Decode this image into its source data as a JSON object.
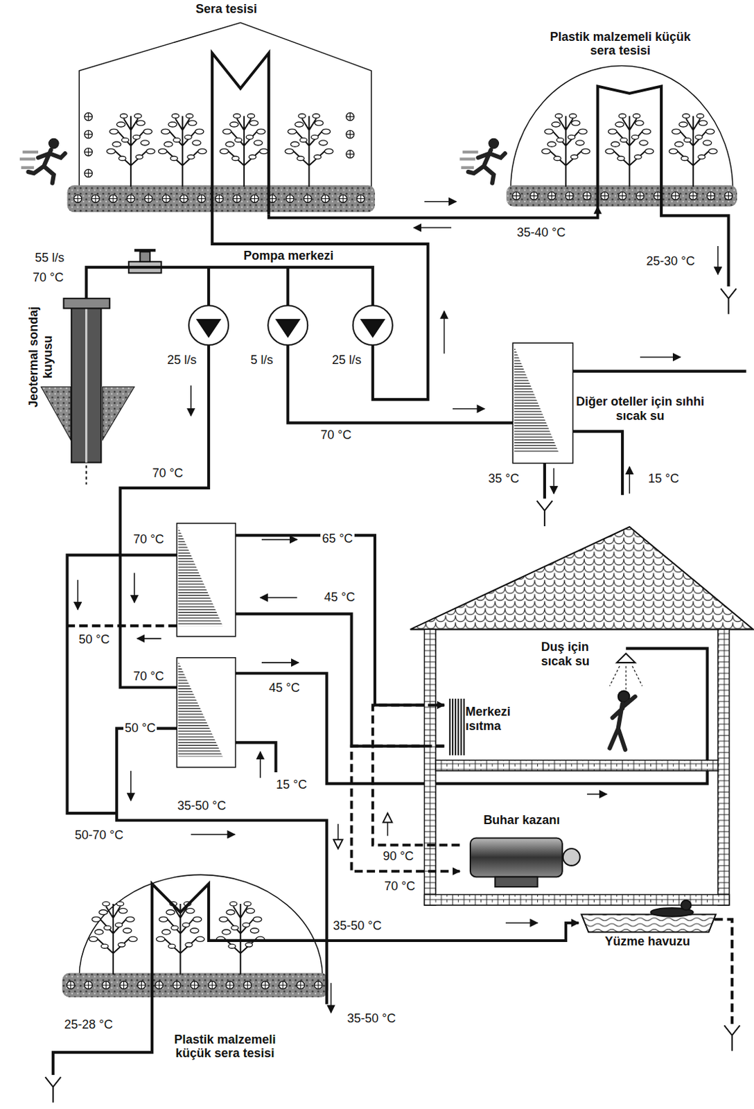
{
  "diagram": {
    "nodes": [
      {
        "text": [
          "Sera tesisi"
        ]
      },
      {
        "text": [
          "Plastik malzemeli küçük sera tesisi"
        ]
      },
      {
        "text": [
          "Jeotermal sondaj kuyusu"
        ]
      },
      {
        "text": [
          "Diğer oteller için sıhhi sıcak su"
        ]
      },
      {
        "text": [
          "Merkezi ısıtma"
        ]
      },
      {
        "text": [
          "Duş için sıcak su"
        ]
      },
      {
        "text": [
          "Buhar kazanı"
        ]
      },
      {
        "text": [
          "Yüzme havuzu"
        ]
      },
      {
        "text": [
          "Plastik malzemeli küçük sera tesisi"
        ]
      }
    ],
    "edges": [
      {
        "from": 0,
        "to": 1,
        "arrow": "to"
      },
      {
        "from": 8,
        "to": 7,
        "arrow": "to"
      },
      {
        "from": 6,
        "to": 4,
        "arrow": "to"
      },
      {
        "from": 4,
        "to": 6,
        "arrow": "to"
      }
    ],
    "labels": [
      "55 l/s",
      "70 °C",
      "Pompa merkezi",
      "25 l/s",
      "5 l/s",
      "25 l/s",
      "35-40 °C",
      "25-30 °C",
      "70 °C",
      "70 °C",
      "35 °C",
      "15 °C",
      "70 °C",
      "65 °C",
      "45 °C",
      "50 °C",
      "70 °C",
      "45 °C",
      "50 °C",
      "15 °C",
      "35-50 °C",
      "50-70 °C",
      "90 °C",
      "70 °C",
      "35-50 °C",
      "35-50 °C",
      "25-28 °C"
    ]
  }
}
